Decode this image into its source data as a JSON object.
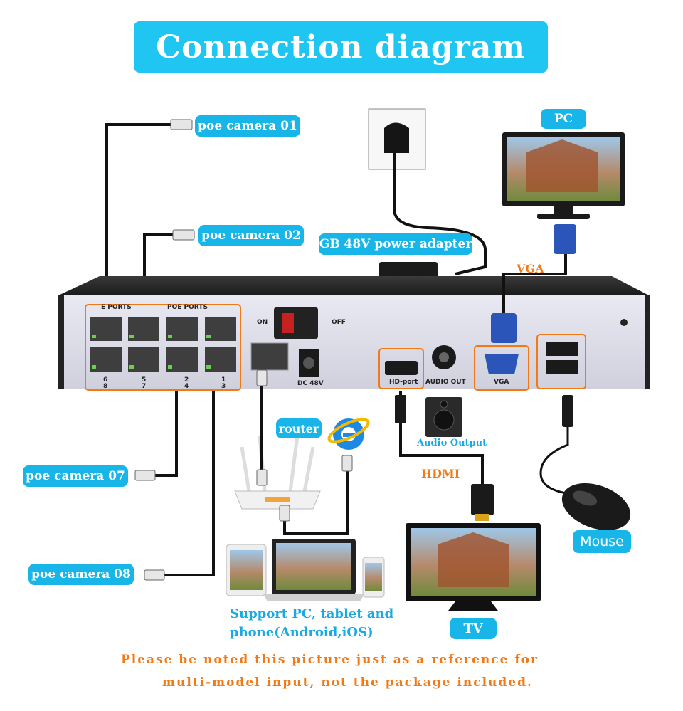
{
  "title": "Connection diagram",
  "labels": {
    "poe_camera_01": "poe camera 01",
    "poe_camera_02": "poe camera 02",
    "poe_camera_07": "poe camera 07",
    "poe_camera_08": "poe camera 08",
    "power_adapter": "GB 48V power adapter",
    "pc": "PC",
    "vga": "VGA",
    "router": "router",
    "audio_output": "Audio Output",
    "hdmi": "HDMI",
    "mouse": "Mouse",
    "tv": "TV",
    "support_line1": "Support PC, tablet and",
    "support_line2": "phone(Android,iOS)"
  },
  "device_panel": {
    "poe_ports_left": "E PORTS",
    "poe_ports_right": "POE PORTS",
    "port_nums_top": [
      "6",
      "5",
      "2",
      "1"
    ],
    "port_nums_bottom": [
      "8",
      "7",
      "4",
      "3"
    ],
    "on": "ON",
    "off": "OFF",
    "dc": "DC 48V",
    "hd_port": "HD-port",
    "audio_out": "AUDIO OUT",
    "vga_port": "VGA"
  },
  "note": {
    "line1": "Please be noted this picture just as a reference for",
    "line2": "multi-model input, not the package included."
  },
  "colors": {
    "title_bg": "#1ec6f1",
    "label_bg": "#18b6e8",
    "accent_orange": "#f27a16"
  }
}
